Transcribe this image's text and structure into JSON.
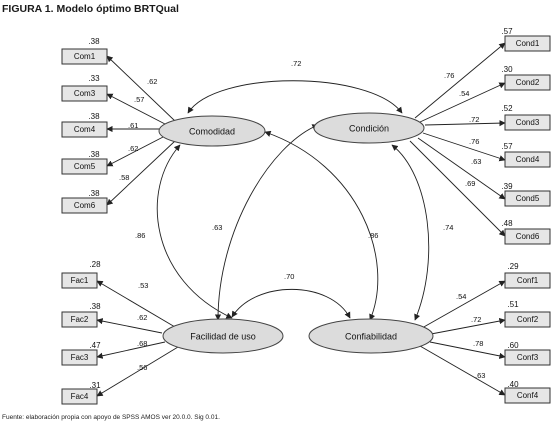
{
  "title": "FIGURA 1. Modelo óptimo BRTQual",
  "source": "Fuente: elaboración propia con apoyo de SPSS AMOS ver 20.0.0. Sig 0.01.",
  "factors": {
    "comodidad": "Comodidad",
    "condicion": "Condición",
    "facilidad": "Facilidad de uso",
    "confiabilidad": "Confiabilidad"
  },
  "indicators": {
    "comodidad": [
      {
        "name": "Com1",
        "loading": ".62",
        "r2": ".38"
      },
      {
        "name": "Com3",
        "loading": ".57",
        "r2": ".33"
      },
      {
        "name": "Com4",
        "loading": ".61",
        "r2": ".38"
      },
      {
        "name": "Com5",
        "loading": ".62",
        "r2": ".38"
      },
      {
        "name": "Com6",
        "loading": ".58",
        "r2": ".38"
      }
    ],
    "condicion": [
      {
        "name": "Cond1",
        "loading": ".76",
        "r2": ".57"
      },
      {
        "name": "Cond2",
        "loading": ".54",
        "r2": ".30"
      },
      {
        "name": "Cond3",
        "loading": ".72",
        "r2": ".52"
      },
      {
        "name": "Cond4",
        "loading": ".76",
        "r2": ".57"
      },
      {
        "name": "Cond5",
        "loading": ".63",
        "r2": ".39"
      },
      {
        "name": "Cond6",
        "loading": ".69",
        "r2": ".48"
      }
    ],
    "facilidad": [
      {
        "name": "Fac1",
        "loading": ".53",
        "r2": ".28"
      },
      {
        "name": "Fac2",
        "loading": ".62",
        "r2": ".38"
      },
      {
        "name": "Fac3",
        "loading": ".68",
        "r2": ".47"
      },
      {
        "name": "Fac4",
        "loading": ".56",
        "r2": ".31"
      }
    ],
    "confiabilidad": [
      {
        "name": "Conf1",
        "loading": ".54",
        "r2": ".29"
      },
      {
        "name": "Conf2",
        "loading": ".72",
        "r2": ".51"
      },
      {
        "name": "Conf3",
        "loading": ".78",
        "r2": ".60"
      },
      {
        "name": "Conf4",
        "loading": ".63",
        "r2": ".40"
      }
    ]
  },
  "correlations": {
    "comodidad_condicion": ".72",
    "comodidad_facilidad": ".86",
    "comodidad_confiabilidad": ".86",
    "condicion_facilidad": ".63",
    "condicion_confiabilidad": ".74",
    "facilidad_confiabilidad": ".70"
  }
}
